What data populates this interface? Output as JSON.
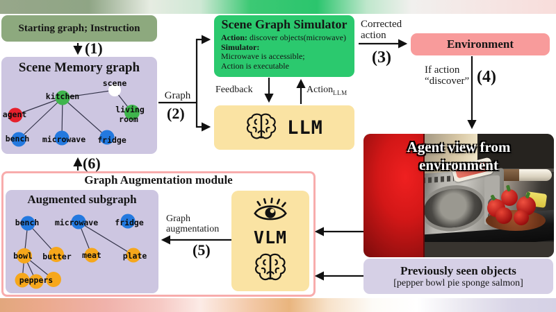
{
  "figure": {
    "type": "agent-architecture-diagram"
  },
  "colors": {
    "starting_box_bg": "#8DA97E",
    "memory_box_bg": "#CDC6E1",
    "simulator_bg": "#2BC96E",
    "environment_bg": "#F89B9B",
    "llm_vlm_bg": "#FAE3A3",
    "module_border": "#F8ACAC",
    "seen_box_bg": "#D6D0E6",
    "node_green": "#3FB54C",
    "node_red": "#E6202C",
    "node_blue": "#2379DF",
    "node_orange": "#F6A71B",
    "node_white": "#FFFFFF"
  },
  "starting_box": {
    "label": "Starting graph; Instruction"
  },
  "steps": {
    "s1": "(1)",
    "s2": "(2)",
    "s3": "(3)",
    "s4": "(4)",
    "s5": "(5)",
    "s6": "(6)"
  },
  "memory_graph": {
    "title": "Scene Memory graph",
    "nodes": [
      {
        "label": "scene",
        "color": "#FFFFFF"
      },
      {
        "label": "kitchen",
        "color": "#3FB54C"
      },
      {
        "line1": "living",
        "line2": "room",
        "color": "#3FB54C"
      },
      {
        "label": "agent",
        "color": "#E6202C"
      },
      {
        "label": "bench",
        "color": "#2379DF"
      },
      {
        "label": "microwave",
        "color": "#2379DF"
      },
      {
        "label": "fridge",
        "color": "#2379DF"
      }
    ]
  },
  "graph_arrow": {
    "label": "Graph"
  },
  "simulator": {
    "title": "Scene Graph Simulator",
    "action_label": "Action:",
    "action_value": "discover objects(microwave)",
    "simulator_label": "Simulator:",
    "result_line1": "Microwave is accessible;",
    "result_line2": "Action is executable"
  },
  "corrected_action": {
    "line1": "Corrected",
    "line2": "action"
  },
  "environment": {
    "title": "Environment"
  },
  "if_action": {
    "line1": "If action",
    "line2": "“discover”"
  },
  "llm": {
    "label": "LLM",
    "feedback_label": "Feedback",
    "action_label": "Action",
    "action_subscript": "LLM"
  },
  "module": {
    "title": "Graph Augmentation module"
  },
  "subgraph": {
    "title": "Augmented subgraph",
    "nodes": [
      {
        "label": "bench",
        "color": "#2379DF"
      },
      {
        "label": "microwave",
        "color": "#2379DF"
      },
      {
        "label": "fridge",
        "color": "#2379DF"
      },
      {
        "label": "bowl",
        "color": "#F6A71B"
      },
      {
        "label": "butter",
        "color": "#F6A71B"
      },
      {
        "label": "meat",
        "color": "#F6A71B"
      },
      {
        "label": "plate",
        "color": "#F6A71B"
      },
      {
        "label": "peppers",
        "color": "#F6A71B"
      }
    ]
  },
  "augmentation_arrow": {
    "line1": "Graph",
    "line2": "augmentation"
  },
  "vlm": {
    "label": "VLM"
  },
  "agent_view": {
    "title_line1": "Agent view from",
    "title_line2": "environment"
  },
  "seen_objects": {
    "title": "Previously seen objects",
    "list": "[pepper bowl pie sponge salmon]"
  },
  "icons": {
    "llm_icon": "brain-icon",
    "vlm_top_icon": "eye-icon",
    "vlm_bottom_icon": "brain-icon"
  }
}
